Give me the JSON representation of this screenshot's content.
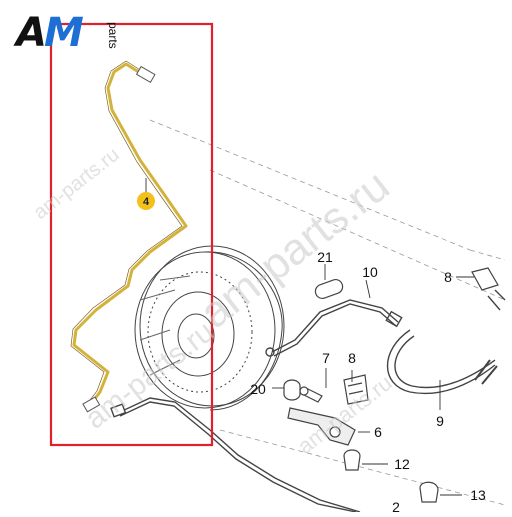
{
  "logo": {
    "text_main": "AM",
    "text_side": "parts"
  },
  "watermarks": [
    "am-parts.ru",
    "am-parts.ru",
    "am-parts.ru",
    "am-parts.ru"
  ],
  "callouts": {
    "part_4": "4",
    "part_21": "21",
    "part_10": "10",
    "part_8a": "8",
    "part_8b": "8",
    "part_7": "7",
    "part_20": "20",
    "part_6": "6",
    "part_9": "9",
    "part_12": "12",
    "part_13": "13",
    "part_2": "2"
  },
  "colors": {
    "highlight_frame": "#e0202a",
    "highlighted_pipe": "#d4b23a",
    "badge_fill": "#f2c21a",
    "line": "#333333"
  }
}
